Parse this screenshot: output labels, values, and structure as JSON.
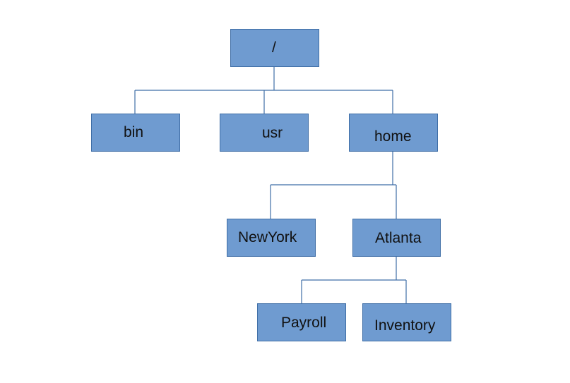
{
  "diagram": {
    "nodes": {
      "root": "/",
      "bin": "bin",
      "usr": "usr",
      "home": "home",
      "newyork": "NewYork",
      "atlanta": "Atlanta",
      "payroll": "Payroll",
      "inventory": "Inventory"
    }
  },
  "colors": {
    "box_fill": "#6f9bd0",
    "box_border": "#3f6ea6",
    "line": "#3f6ea6"
  }
}
